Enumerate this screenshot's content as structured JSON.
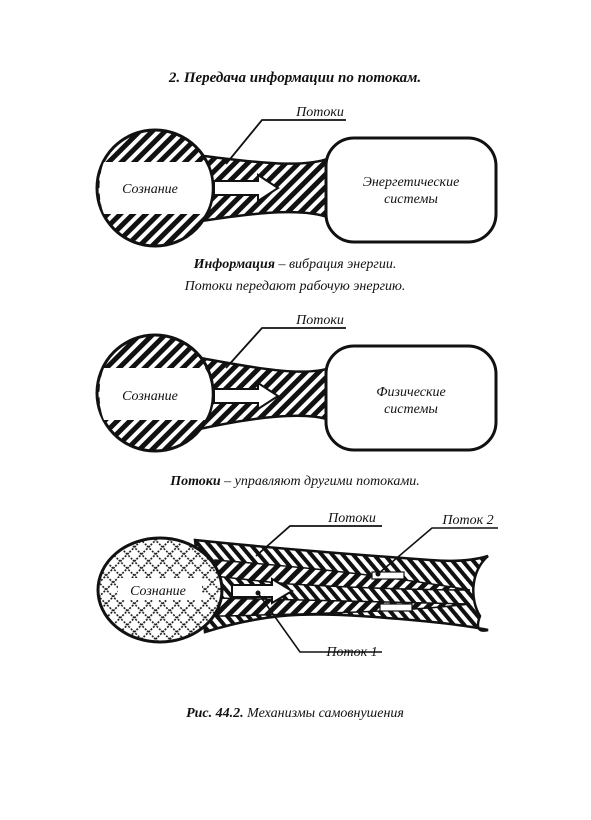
{
  "title": "2. Передача информации по потокам.",
  "diagram1": {
    "consciousness": "Сознание",
    "flows": "Потоки",
    "target_line1": "Энергетические",
    "target_line2": "системы"
  },
  "caption1": {
    "term": "Информация",
    "definition": " – вибрация энергии.",
    "line2": "Потоки передают рабочую энергию."
  },
  "diagram2": {
    "consciousness": "Сознание",
    "flows": "Потоки",
    "target_line1": "Физические",
    "target_line2": "системы"
  },
  "caption2": {
    "term": "Потоки",
    "definition": " – управляют другими потоками."
  },
  "diagram3": {
    "consciousness": "Сознание",
    "flows": "Потоки",
    "flow1": "Поток 1",
    "flow2": "Поток 2"
  },
  "figure_caption": {
    "number": "Рис. 44.2.",
    "text": " Механизмы самовнушения"
  }
}
